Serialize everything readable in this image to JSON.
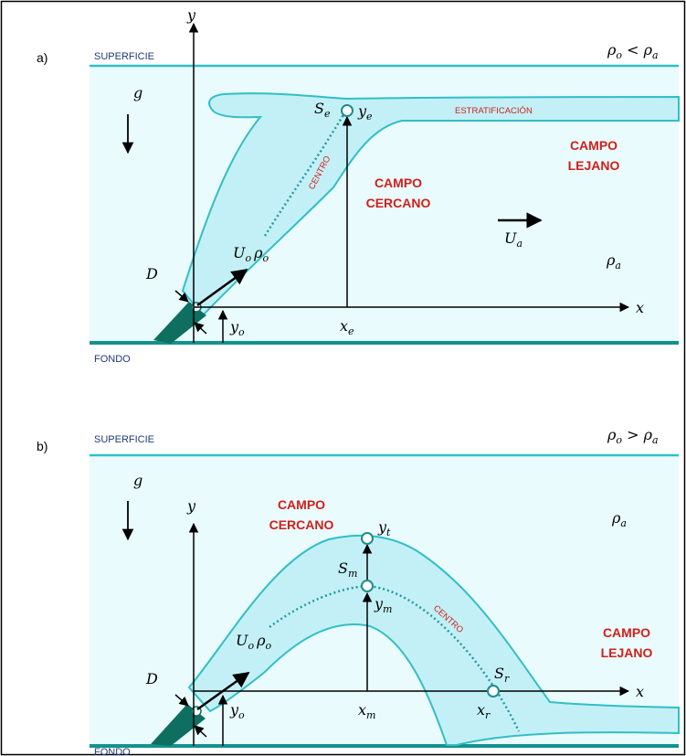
{
  "colors": {
    "water": "#e9fbfd",
    "plume_fill": "#c3f0f6",
    "plume_line": "#30bfc6",
    "surface_line": "#30bfc6",
    "bottom_line": "#12928f",
    "pipe": "#0e6e60",
    "label_blue": "#1f3a7a",
    "label_red": "#d0201a"
  },
  "panel_a": {
    "label": "a)",
    "surface": "SUPERFICIE",
    "bottom": "FONDO",
    "density_relation": {
      "left": "ρ",
      "left_sub": "o",
      "op": " < ",
      "right": "ρ",
      "right_sub": "a"
    },
    "g": "g",
    "near_field": [
      "CAMPO",
      "CERCANO"
    ],
    "far_field": [
      "CAMPO",
      "LEJANO"
    ],
    "centerline": "CENTRO",
    "stratification": "ESTRATIFICACIÓN",
    "y_axis": "y",
    "x_axis": "x",
    "D": "D",
    "Uo": {
      "main": "U",
      "sub": "o"
    },
    "rho_o": {
      "main": "ρ",
      "sub": "o"
    },
    "Ua": {
      "main": "U",
      "sub": "a"
    },
    "rho_a": {
      "main": "ρ",
      "sub": "a"
    },
    "yo": {
      "main": "y",
      "sub": "o"
    },
    "xe": {
      "main": "x",
      "sub": "e"
    },
    "Se": {
      "main": "S",
      "sub": "e"
    },
    "ye": {
      "main": "y",
      "sub": "e"
    }
  },
  "panel_b": {
    "label": "b)",
    "surface": "SUPERFICIE",
    "bottom": "FONDO",
    "density_relation": {
      "left": "ρ",
      "left_sub": "o",
      "op": " > ",
      "right": "ρ",
      "right_sub": "a"
    },
    "g": "g",
    "near_field": [
      "CAMPO",
      "CERCANO"
    ],
    "far_field": [
      "CAMPO",
      "LEJANO"
    ],
    "centerline": "CENTRO",
    "y_axis": "y",
    "x_axis": "x",
    "D": "D",
    "Uo": {
      "main": "U",
      "sub": "o"
    },
    "rho_o": {
      "main": "ρ",
      "sub": "o"
    },
    "rho_a": {
      "main": "ρ",
      "sub": "a"
    },
    "yo": {
      "main": "y",
      "sub": "o"
    },
    "xm": {
      "main": "x",
      "sub": "m"
    },
    "yt": {
      "main": "y",
      "sub": "t"
    },
    "Sm": {
      "main": "S",
      "sub": "m"
    },
    "ym": {
      "main": "y",
      "sub": "m"
    },
    "Sr": {
      "main": "S",
      "sub": "r"
    },
    "xr": {
      "main": "x",
      "sub": "r"
    }
  }
}
